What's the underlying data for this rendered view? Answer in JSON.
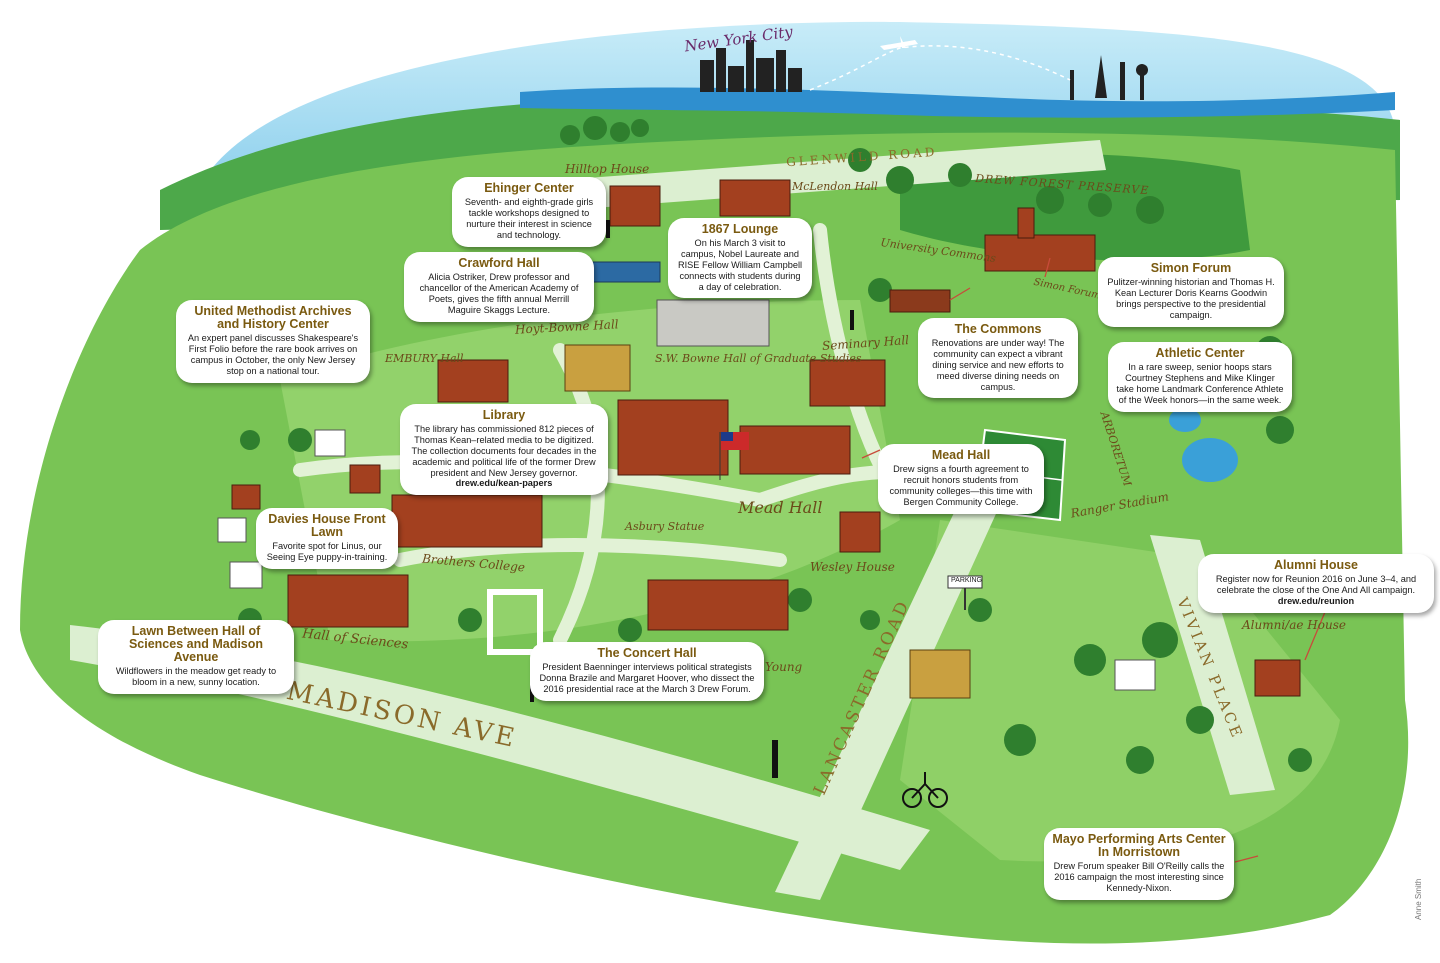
{
  "map": {
    "city_label": "New York City",
    "roads": {
      "glenwild": "GLENWILD ROAD",
      "madison": "MADISON AVE",
      "lancaster": "LANCASTER ROAD",
      "vivian": "VIVIAN PLACE"
    },
    "places": {
      "hilltop": "Hilltop House",
      "mclendon": "McLendon Hall",
      "forest": "DREW FOREST PRESERVE",
      "university_commons": "University Commons",
      "simon_athletic": "Simon Forum Athletic Center",
      "hoyt_bowne": "Hoyt-Bowne Hall",
      "sw_bowne": "S.W. Bowne Hall of Graduate Studies",
      "seminary": "Seminary Hall",
      "embury": "EMBURY Hall",
      "arboretum": "ARBORETUM",
      "ranger": "Ranger Stadium",
      "mead": "Mead Hall",
      "asbury": "Asbury Statue",
      "wesley": "Wesley House",
      "brothers": "Brothers College",
      "hall_sciences": "Hall of Sciences",
      "alumni_house": "Alumni/ae House",
      "young": "Young",
      "parking": "PARKING"
    },
    "credit": "Anne Smith"
  },
  "callouts": {
    "ehinger": {
      "title": "Ehinger Center",
      "body": "Seventh- and eighth-grade girls tackle workshops designed to nurture their interest in science and technology."
    },
    "lounge": {
      "title": "1867 Lounge",
      "body": "On his March 3 visit to campus, Nobel Laureate and RISE Fellow William Campbell connects with students during a day of celebration."
    },
    "crawford": {
      "title": "Crawford Hall",
      "body": "Alicia Ostriker, Drew professor and chancellor of the American Academy of Poets, gives the fifth annual Merrill Maguire Skaggs Lecture."
    },
    "umahc": {
      "title": "United Methodist Archives and History Center",
      "body": "An expert panel discusses Shakespeare's First Folio before the rare book arrives on campus in October, the only New Jersey stop on a national tour."
    },
    "simon": {
      "title": "Simon Forum",
      "body": "Pulitzer-winning historian and Thomas H. Kean Lecturer Doris Kearns Goodwin brings perspective to the presidential campaign."
    },
    "commons": {
      "title": "The Commons",
      "body": "Renovations are under way! The community can expect a vibrant dining service and new efforts to meed diverse dining needs on campus."
    },
    "athletic": {
      "title": "Athletic Center",
      "body": "In a rare sweep, senior hoops stars Courtney Stephens and Mike Klinger take home Landmark Conference Athlete of the Week honors—in the same week."
    },
    "library": {
      "title": "Library",
      "body": "The library has commissioned 812 pieces of Thomas Kean–related media to be digitized. The collection documents four decades in the academic and political life of the former Drew president and New Jersey governor.",
      "link": "drew.edu/kean-papers"
    },
    "mead": {
      "title": "Mead Hall",
      "body": "Drew signs a fourth agreement to recruit honors students from community colleges—this time with Bergen Community College."
    },
    "davies": {
      "title": "Davies House Front Lawn",
      "body": "Favorite spot for Linus, our Seeing Eye puppy-in-training."
    },
    "alumni": {
      "title": "Alumni House",
      "body": "Register now for Reunion 2016 on June 3–4, and celebrate the close of the One And All campaign.",
      "link": "drew.edu/reunion"
    },
    "lawn": {
      "title": "Lawn Between Hall of Sciences and Madison Avenue",
      "body": "Wildflowers in the meadow get ready to bloom in a new, sunny location."
    },
    "concert": {
      "title": "The Concert Hall",
      "body": "President Baenninger interviews political strategists Donna Brazile and Margaret Hoover, who dissect the 2016 presidential race at the March 3 Drew Forum."
    },
    "mayo": {
      "title": "Mayo Performing Arts Center In Morristown",
      "body": "Drew Forum speaker Bill O'Reilly calls the 2016 campaign the most interesting since Kennedy-Nixon."
    }
  },
  "colors": {
    "campus_green": "#79c455",
    "lawn_light": "#a8dc86",
    "path": "#e2f2d6",
    "road": "#dcefd1",
    "sky": "#8fd0ef",
    "water": "#2f8fcf",
    "brick": "#9c3a22",
    "title_gold": "#7a5a10"
  }
}
